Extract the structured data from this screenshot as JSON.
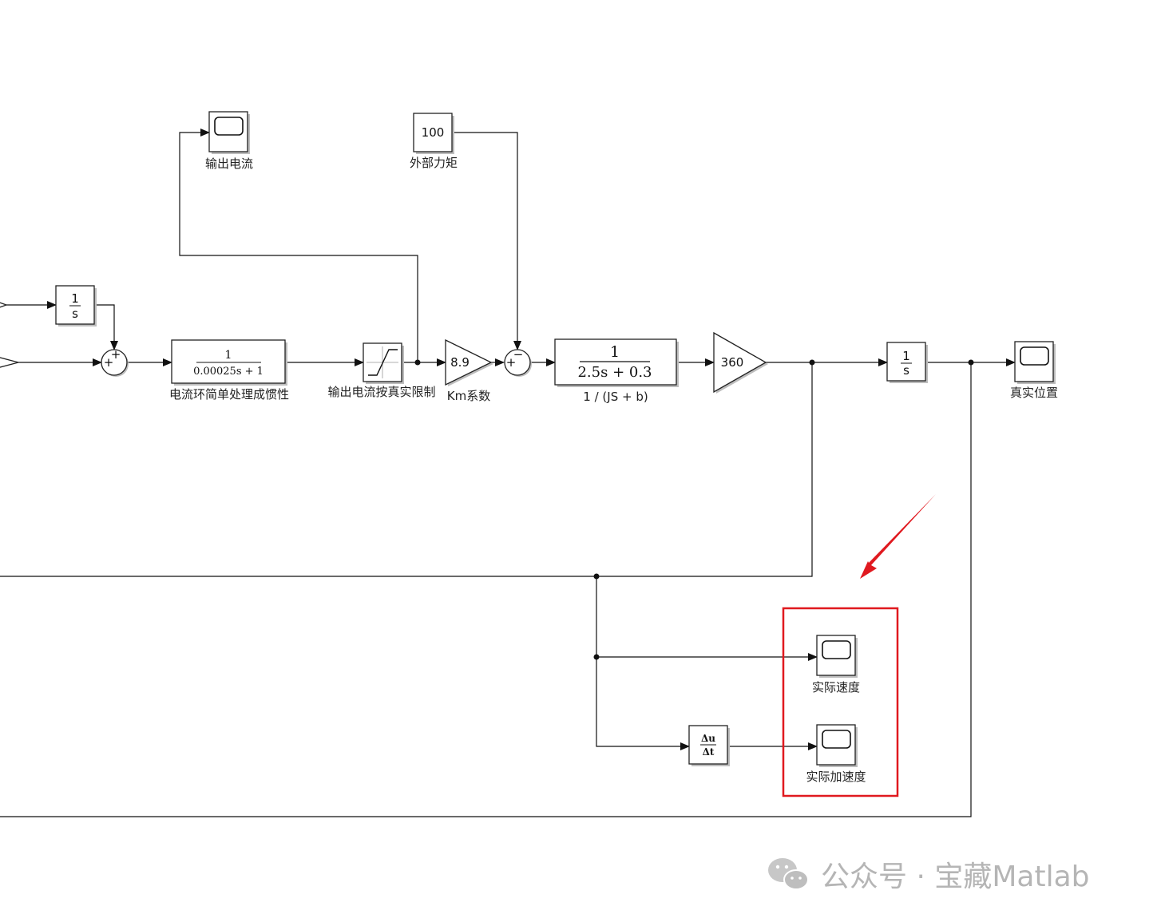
{
  "blocks": {
    "integrator_top": {
      "num": "1",
      "den": "s"
    },
    "scope_output_current": {
      "label": "输出电流"
    },
    "constant_torque": {
      "value": "100",
      "label": "外部力矩"
    },
    "transfer_current": {
      "num": "1",
      "den": "0.00025s + 1",
      "label": "电流环简单处理成惯性"
    },
    "saturation": {
      "label": "输出电流按真实限制"
    },
    "gain_km": {
      "value": "8.9",
      "label": "Km系数"
    },
    "transfer_mech": {
      "num": "1",
      "den": "2.5s + 0.3",
      "label": "1 / (JS + b)"
    },
    "gain_360": {
      "value": "360"
    },
    "integrator_pos": {
      "num": "1",
      "den": "s"
    },
    "scope_position": {
      "label": "真实位置"
    },
    "scope_speed": {
      "label": "实际速度"
    },
    "derivative": {
      "num": "Δu",
      "den": "Δt"
    },
    "scope_accel": {
      "label": "实际加速度"
    }
  },
  "sum_signs": {
    "sum1": [
      "+",
      "+"
    ],
    "sum2": [
      "+",
      "−"
    ]
  },
  "highlight": {
    "color": "#e0191f"
  },
  "watermark": {
    "text": "公众号 · 宝藏Matlab"
  }
}
